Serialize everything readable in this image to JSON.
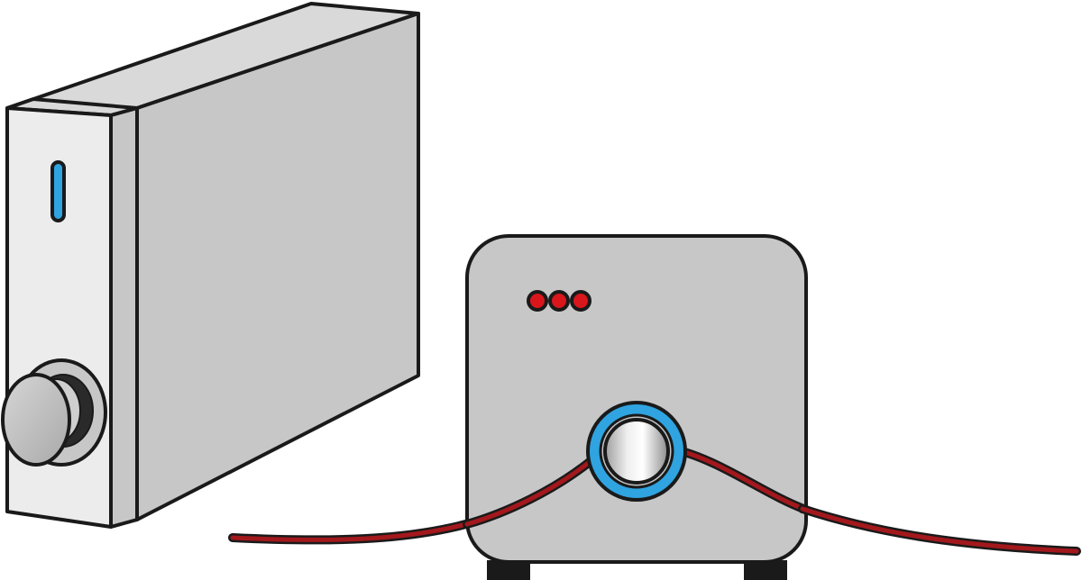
{
  "colors": {
    "outline": "#1a1a1a",
    "body_gray": "#c7c7c7",
    "face_light": "#ececec",
    "edge_gray": "#d9d9d9",
    "knob_gray": "#bdbdbd",
    "indicator_blue": "#2fa4e0",
    "led_red": "#d9161c",
    "cable_red": "#a3181c",
    "feet": "#1a1a1a",
    "background": "#ffffff"
  },
  "components": {
    "left_unit": {
      "icon": "tower-device",
      "status_light": "blue-indicator-bar",
      "control": "round-knob"
    },
    "right_unit": {
      "icon": "box-device",
      "status_lights": [
        "red-led",
        "red-led",
        "red-led"
      ],
      "port": "blue-ring-port-with-metal-plug"
    },
    "cable": {
      "icon": "red-cable"
    }
  }
}
